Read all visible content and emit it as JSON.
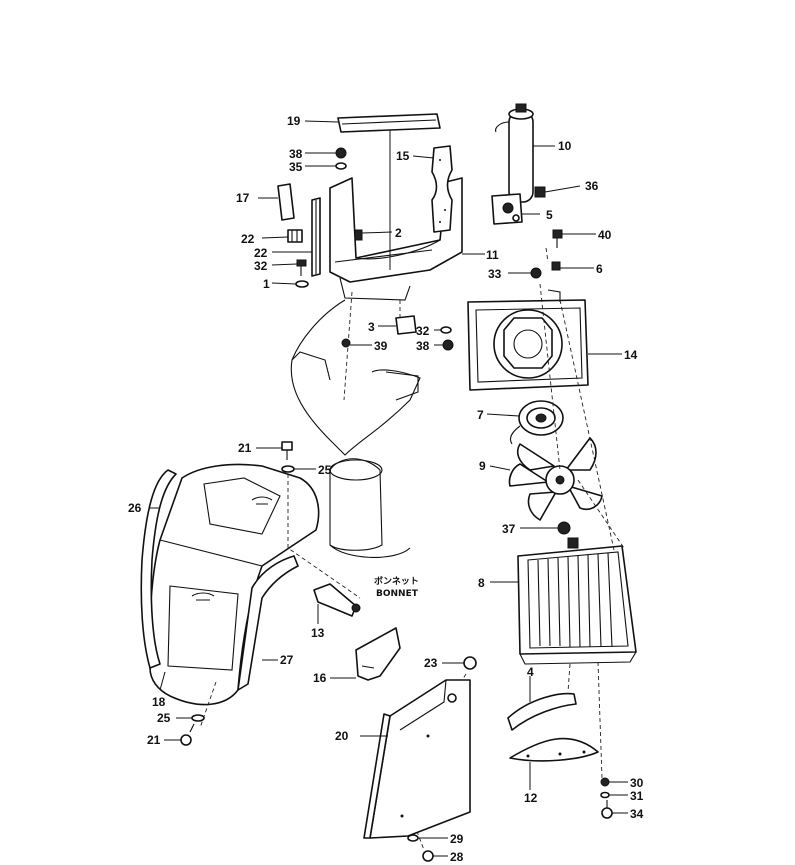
{
  "callouts": [
    {
      "id": "c1",
      "text": "1"
    },
    {
      "id": "c2",
      "text": "2"
    },
    {
      "id": "c3",
      "text": "3"
    },
    {
      "id": "c4",
      "text": "4"
    },
    {
      "id": "c5",
      "text": "5"
    },
    {
      "id": "c6",
      "text": "6"
    },
    {
      "id": "c7",
      "text": "7"
    },
    {
      "id": "c8",
      "text": "8"
    },
    {
      "id": "c9",
      "text": "9"
    },
    {
      "id": "c10",
      "text": "10"
    },
    {
      "id": "c11",
      "text": "11"
    },
    {
      "id": "c12",
      "text": "12"
    },
    {
      "id": "c13",
      "text": "13"
    },
    {
      "id": "c14",
      "text": "14"
    },
    {
      "id": "c15",
      "text": "15"
    },
    {
      "id": "c16",
      "text": "16"
    },
    {
      "id": "c17",
      "text": "17"
    },
    {
      "id": "c18",
      "text": "18"
    },
    {
      "id": "c19",
      "text": "19"
    },
    {
      "id": "c20",
      "text": "20"
    },
    {
      "id": "c21a",
      "text": "21"
    },
    {
      "id": "c21b",
      "text": "21"
    },
    {
      "id": "c22",
      "text": "22"
    },
    {
      "id": "c23",
      "text": "23"
    },
    {
      "id": "c24",
      "text": "24"
    },
    {
      "id": "c25a",
      "text": "25"
    },
    {
      "id": "c25b",
      "text": "25"
    },
    {
      "id": "c26",
      "text": "26"
    },
    {
      "id": "c27",
      "text": "27"
    },
    {
      "id": "c28",
      "text": "28"
    },
    {
      "id": "c29",
      "text": "29"
    },
    {
      "id": "c30",
      "text": "30"
    },
    {
      "id": "c31",
      "text": "31"
    },
    {
      "id": "c32a",
      "text": "32"
    },
    {
      "id": "c32b",
      "text": "32"
    },
    {
      "id": "c33",
      "text": "33"
    },
    {
      "id": "c34",
      "text": "34"
    },
    {
      "id": "c35",
      "text": "35"
    },
    {
      "id": "c36",
      "text": "36"
    },
    {
      "id": "c37",
      "text": "37"
    },
    {
      "id": "c38a",
      "text": "38"
    },
    {
      "id": "c38b",
      "text": "38"
    },
    {
      "id": "c39",
      "text": "39"
    },
    {
      "id": "c40",
      "text": "40"
    }
  ],
  "bonnet_label": {
    "jp": "ボンネット",
    "en": "BONNET"
  }
}
